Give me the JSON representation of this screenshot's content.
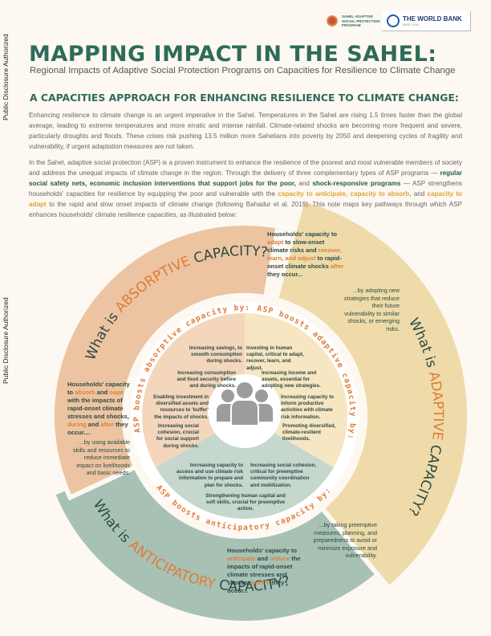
{
  "side_labels": [
    "Public Disclosure Authorized",
    "Public Disclosure Authorized"
  ],
  "logos": {
    "sasp": [
      "SAHEL ADAPTIVE",
      "SOCIAL PROTECTION",
      "PROGRAM"
    ],
    "wb": "THE WORLD BANK",
    "wb_sub": "IBRD • IDA"
  },
  "title": "MAPPING IMPACT IN THE SAHEL:",
  "subtitle": "Regional Impacts of Adaptive Social Protection Programs on Capacities for Resilience to Climate Change",
  "section_heading": "A CAPACITIES APPROACH FOR ENHANCING RESILIENCE TO CLIMATE CHANGE:",
  "para1": "Enhancing resilience to climate change is an urgent imperative in the Sahel. Temperatures in the Sahel are rising 1.5 times faster than the global average, leading to extreme temperatures and more erratic and intense rainfall. Climate-related shocks are becoming more frequent and severe, particularly droughts and floods. These crises risk pushing 13.5 million more Sahelians into poverty by 2050 and deepening cycles of fragility and vulnerability, if urgent adaptation measures are not taken.",
  "para2": {
    "a": "In the Sahel, adaptive social protection (ASP) is a proven instrument to enhance the resilience of the poorest and most vulnerable members of society and address the unequal impacts of climate change in the region. Through the delivery of three complementary types of ASP programs — ",
    "b": "regular social safety nets, economic inclusion interventions that support jobs for the poor,",
    "c": " and ",
    "d": "shock-responsive programs",
    "e": " — ASP strengthens households' capacities for resilience by equipping the poor and vulnerable with the ",
    "f": "capacity to anticipate",
    "g": ", ",
    "h": "capacity to absorb",
    "i": ", and ",
    "j": "capacity to adapt",
    "k": " to the rapid and slow onset impacts of climate change (following Bahadur et al. 2015). This note maps key pathways through which ASP enhances households' climate resilience capacities, as illustrated below:"
  },
  "diagram": {
    "absorptive": {
      "heading_a": "What is ",
      "heading_b": "ABSORPTIVE",
      "heading_c": " CAPACITY?",
      "ring": "ASP boosts absorptive capacity by:",
      "box": {
        "a": "Households' capacity to ",
        "b": "absorb",
        "c": " and ",
        "d": "cope",
        "e": " with the impacts of rapid-onset climate stresses and shocks, ",
        "f": "during",
        "g": " and ",
        "h": "after",
        "i": " they occur...."
      },
      "by": "...by using available skills and resources to reduce immediate impact on livelihoods and basic needs.",
      "items": [
        "Increasing savings, to smooth consumption during shocks.",
        "Increasing consumption and food security before and during shocks.",
        "Enabling investment in diversified assets and resources to 'buffer' the impacts of shocks.",
        "Increasing social cohesion, crucial for social support during shocks."
      ]
    },
    "adaptive": {
      "heading_a": "What is ",
      "heading_b": "ADAPTIVE",
      "heading_c": " CAPACITY?",
      "ring": "ASP boosts adaptive capacity by:",
      "box": {
        "a": "Households' capacity to ",
        "b": "adapt",
        "c": " to slow-onset climate risks and ",
        "d": "recover, learn, and adjust",
        "e": " to rapid-onset climate shocks ",
        "f": "after",
        "g": " they occur..."
      },
      "by": "...by adopting new strategies that reduce their future vulnerability to similar shocks, or emerging risks.",
      "items": [
        "Investing in human capital, critical to adapt, recover, learn, and adjust.",
        "Increasing income and assets, essential for adopting new strategies.",
        "Increasing capacity to inform productive activities with climate risk information.",
        "Promoting diversified, climate-resilient livelihoods."
      ]
    },
    "anticipatory": {
      "heading_a": "What is ",
      "heading_b": "ANTICIPATORY",
      "heading_c": " CAPACITY?",
      "ring": "ASP boosts anticipatory capacity by:",
      "box": {
        "a": "Households' capacity to ",
        "b": "anticipate",
        "c": " and ",
        "d": "reduce",
        "e": " the impacts of rapid-onset climate stresses and shocks, ",
        "f": "before",
        "g": " they occur..."
      },
      "by": "...by taking preemptive measures, planning, and preparedness to avoid or minimize exposure and vulnerability.",
      "items": [
        "Increasing capacity to access and use climate risk information to prepare and plan for shocks.",
        "Increasing social cohesion, critical for preemptive community coordination and mobilization.",
        "Strengthening human capital and soft skills, crucial for preemptive action."
      ]
    },
    "colors": {
      "absorptive": "#ecc4a2",
      "adaptive": "#efdba9",
      "anticipatory": "#a7c1b5",
      "absorptive_inner": "#f3d6bc",
      "adaptive_inner": "#f6e6c2",
      "anticipatory_inner": "#c6d7cd",
      "accent": "#e07b35",
      "green": "#2e6b5a"
    }
  }
}
